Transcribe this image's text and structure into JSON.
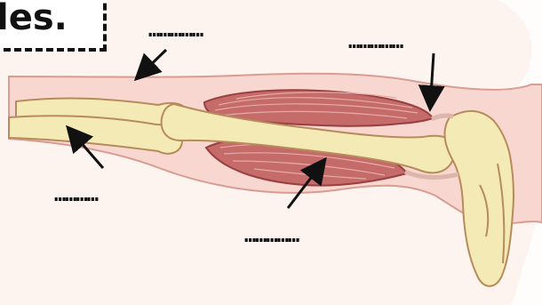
{
  "title": {
    "text": "les."
  },
  "labels": [
    {
      "id": "top-left",
      "text": "……………"
    },
    {
      "id": "top-right",
      "text": "……………"
    },
    {
      "id": "bottom-left",
      "text": "…………"
    },
    {
      "id": "bottom-right",
      "text": "……………"
    }
  ],
  "colors": {
    "skin": "#f7d7cf",
    "skin_outline": "#d89d92",
    "bone": "#f4eab6",
    "bone_outline": "#b78b5b",
    "muscle": "#c56c6a",
    "muscle_dark": "#9a3f40",
    "tendon": "#ddb6ab",
    "arrow": "#111111",
    "background": "#fdf4ef"
  }
}
